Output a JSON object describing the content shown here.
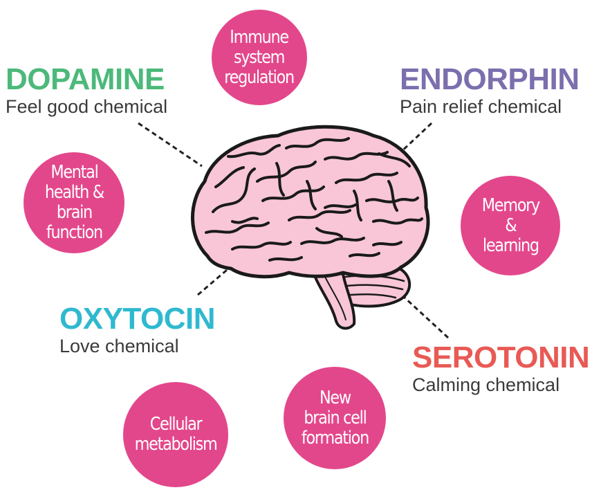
{
  "colors": {
    "circle": "#e3478b",
    "brain_fill": "#f8c6d6",
    "brain_outline": "#1a1a1a",
    "dashed_line": "#222222",
    "dopamine": "#4cb97a",
    "endorphin": "#7b6fae",
    "oxytocin": "#2fb9cf",
    "serotonin": "#e85a55",
    "description_text": "#3a3a3a"
  },
  "chemicals": {
    "dopamine": {
      "name": "DOPAMINE",
      "description": "Feel good chemical"
    },
    "endorphin": {
      "name": "ENDORPHIN",
      "description": "Pain relief chemical"
    },
    "oxytocin": {
      "name": "OXYTOCIN",
      "description": "Love chemical"
    },
    "serotonin": {
      "name": "SEROTONIN",
      "description": "Calming chemical"
    }
  },
  "functions": {
    "immune": "Immune\nsystem\nregulation",
    "mental": "Mental\nhealth &\nbrain\nfunction",
    "memory": "Memory\n&\nlearning",
    "cellular": "Cellular\nmetabolism",
    "new_cells": "New\nbrain cell\nformation"
  },
  "icons": {
    "brain": "brain-icon"
  }
}
